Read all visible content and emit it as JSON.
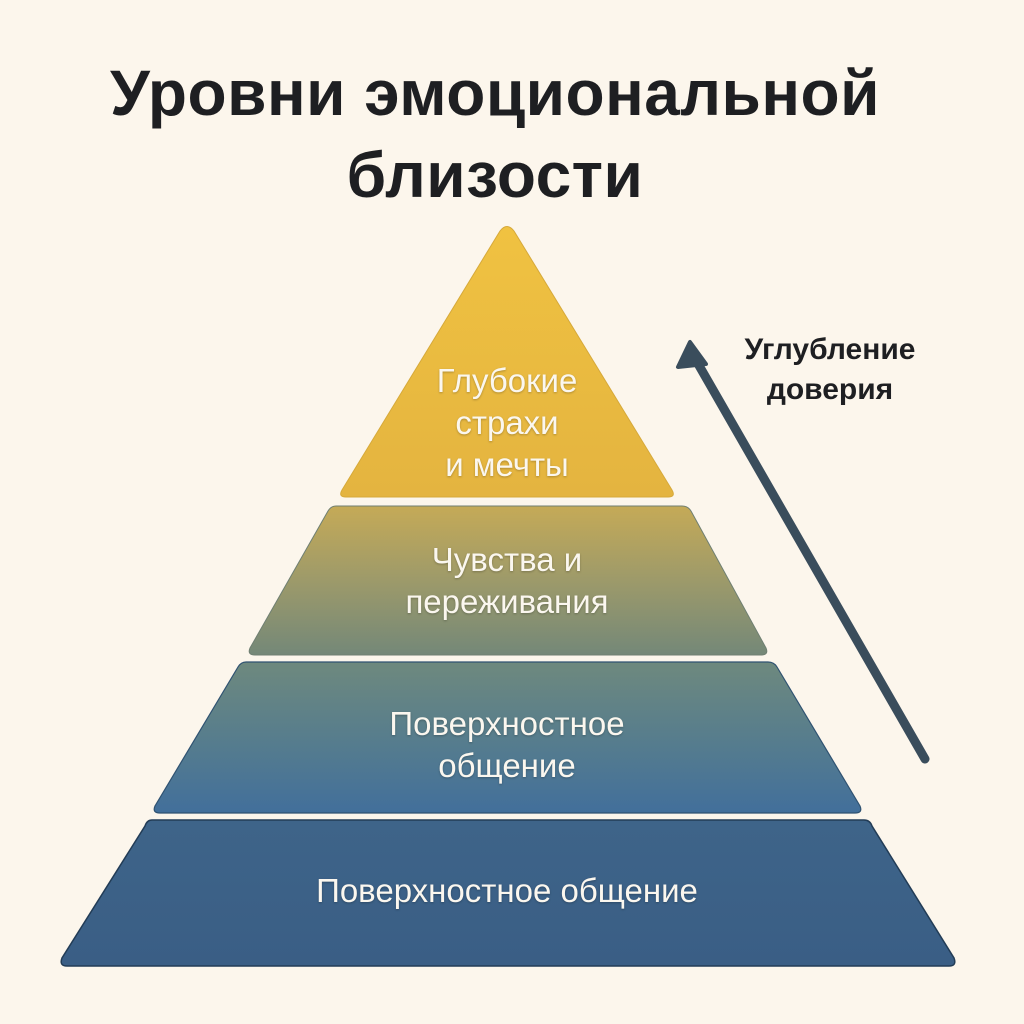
{
  "title": {
    "line1": "Уровни эмоциональной",
    "line2": "близости"
  },
  "pyramid": {
    "tiers": [
      {
        "level": 1,
        "lines": [
          "Глубокие",
          "страхи",
          "и мечты"
        ],
        "color_top": "#f0c241",
        "color_bottom": "#e5b43f"
      },
      {
        "level": 2,
        "lines": [
          "Чувства и",
          "переживания"
        ],
        "color_top": "#c4aa5a",
        "color_bottom": "#76897a"
      },
      {
        "level": 3,
        "lines": [
          "Поверхностное",
          "общение"
        ],
        "color_top": "#6f8a80",
        "color_bottom": "#44719a"
      },
      {
        "level": 4,
        "lines": [
          "Поверхностное общение"
        ],
        "color_top": "#3f6388",
        "color_bottom": "#3a5f86"
      }
    ]
  },
  "arrow": {
    "label_line1": "Углубление",
    "label_line2": "доверия",
    "color": "#3a4d5c",
    "icon": "arrow-up-icon"
  },
  "colors": {
    "background": "#fcf6ec",
    "title_text": "#1e1f22",
    "tier_text": "#fbf7ef"
  }
}
